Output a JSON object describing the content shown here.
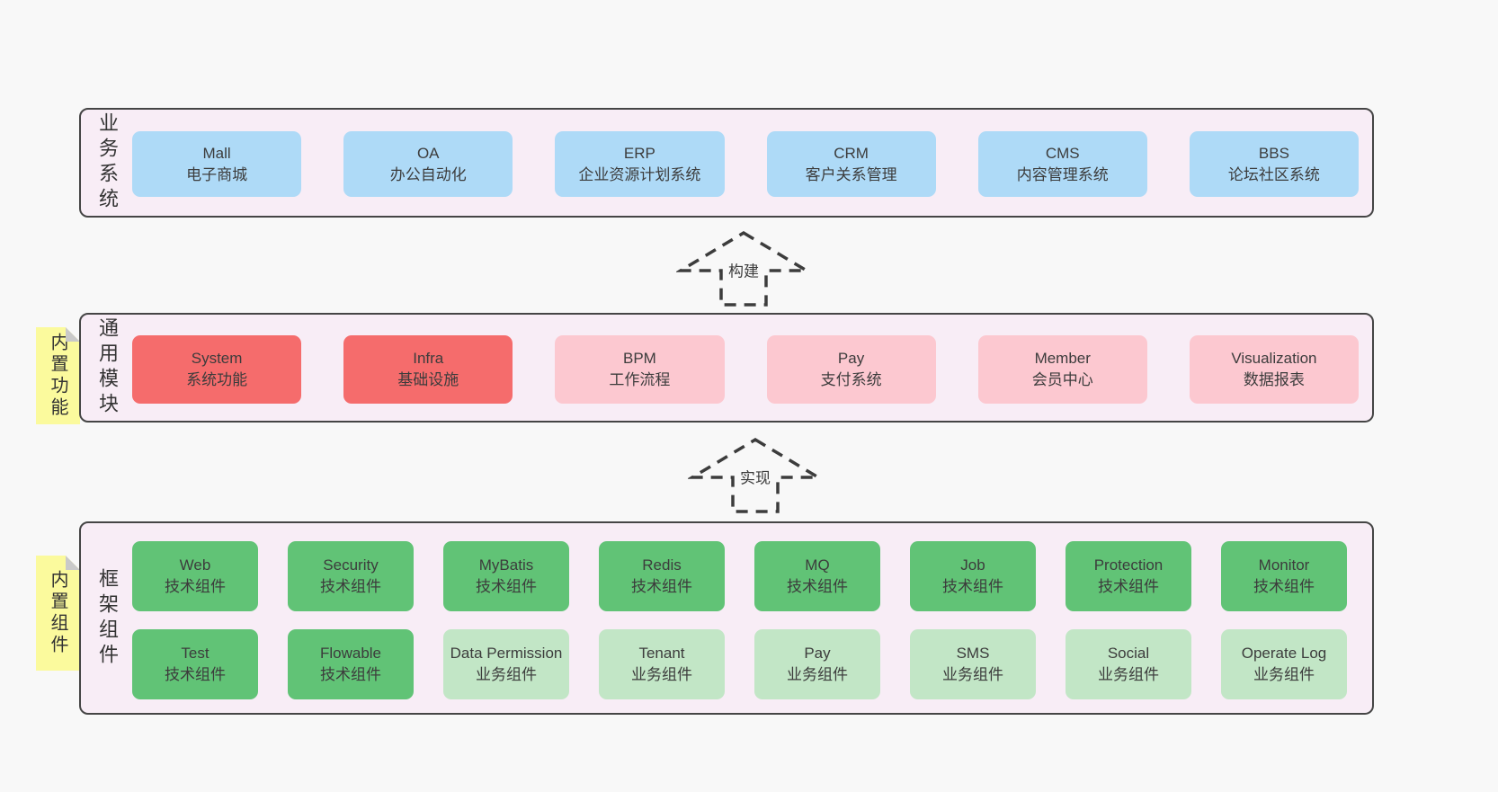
{
  "colors": {
    "page_bg": "#f8f8f8",
    "container_bg": "#f8edf6",
    "container_border": "#454545",
    "box_blue": "#aedaf7",
    "box_red": "#f56c6c",
    "box_pink": "#fcc8d0",
    "box_green": "#61c376",
    "box_light_green": "#c2e6c6",
    "note_yellow": "#fbfa9d",
    "note_fold_gray": "#c9c9c9",
    "text": "#3c3c3c"
  },
  "arrows": [
    {
      "label": "构建"
    },
    {
      "label": "实现"
    }
  ],
  "layers": {
    "business": {
      "label": "业务系统",
      "boxes": [
        {
          "title": "Mall",
          "subtitle": "电子商城"
        },
        {
          "title": "OA",
          "subtitle": "办公自动化"
        },
        {
          "title": "ERP",
          "subtitle": "企业资源计划系统"
        },
        {
          "title": "CRM",
          "subtitle": "客户关系管理"
        },
        {
          "title": "CMS",
          "subtitle": "内容管理系统"
        },
        {
          "title": "BBS",
          "subtitle": "论坛社区系统"
        }
      ]
    },
    "modules": {
      "label": "通用模块",
      "note": "内置功能",
      "boxes": [
        {
          "title": "System",
          "subtitle": "系统功能"
        },
        {
          "title": "Infra",
          "subtitle": "基础设施"
        },
        {
          "title": "BPM",
          "subtitle": "工作流程"
        },
        {
          "title": "Pay",
          "subtitle": "支付系统"
        },
        {
          "title": "Member",
          "subtitle": "会员中心"
        },
        {
          "title": "Visualization",
          "subtitle": "数据报表"
        }
      ]
    },
    "components": {
      "label": "框架组件",
      "note": "内置组件",
      "row1": [
        {
          "title": "Web",
          "subtitle": "技术组件"
        },
        {
          "title": "Security",
          "subtitle": "技术组件"
        },
        {
          "title": "MyBatis",
          "subtitle": "技术组件"
        },
        {
          "title": "Redis",
          "subtitle": "技术组件"
        },
        {
          "title": "MQ",
          "subtitle": "技术组件"
        },
        {
          "title": "Job",
          "subtitle": "技术组件"
        },
        {
          "title": "Protection",
          "subtitle": "技术组件"
        },
        {
          "title": "Monitor",
          "subtitle": "技术组件"
        }
      ],
      "row2": [
        {
          "title": "Test",
          "subtitle": "技术组件"
        },
        {
          "title": "Flowable",
          "subtitle": "技术组件"
        },
        {
          "title": "Data Permission",
          "subtitle": "业务组件"
        },
        {
          "title": "Tenant",
          "subtitle": "业务组件"
        },
        {
          "title": "Pay",
          "subtitle": "业务组件"
        },
        {
          "title": "SMS",
          "subtitle": "业务组件"
        },
        {
          "title": "Social",
          "subtitle": "业务组件"
        },
        {
          "title": "Operate Log",
          "subtitle": "业务组件"
        }
      ]
    }
  }
}
